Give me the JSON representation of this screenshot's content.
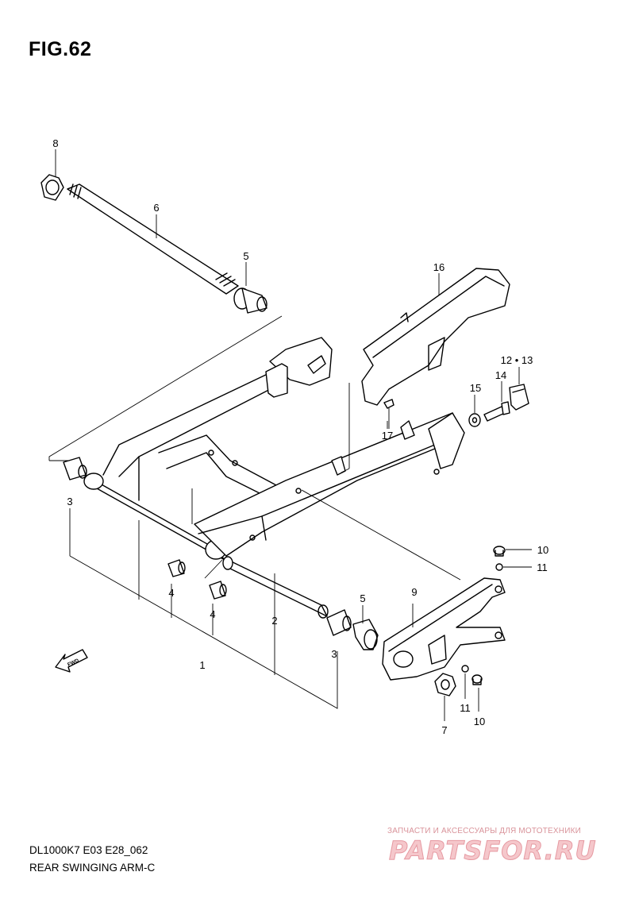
{
  "figure": {
    "title": "FIG.62"
  },
  "footer": {
    "model_code": "DL1000K7  E03  E28_062",
    "section_name": "REAR SWINGING ARM-C"
  },
  "watermark": {
    "tagline": "ЗАПЧАСТИ И АКСЕССУАРЫ ДЛЯ МОТОТЕХНИКИ",
    "logo": "PARTSFOR.RU"
  },
  "direction_icon": {
    "text": "FWD"
  },
  "callouts": {
    "c8": "8",
    "c6": "6",
    "c5a": "5",
    "c16": "16",
    "c1213": "12 • 13",
    "c14": "14",
    "c15": "15",
    "c17": "17",
    "c3a": "3",
    "c4a": "4",
    "c4b": "4",
    "c2": "2",
    "c1": "1",
    "c5b": "5",
    "c3b": "3",
    "c9": "9",
    "c10a": "10",
    "c11a": "11",
    "c11b": "11",
    "c7": "7",
    "c10b": "10"
  },
  "colors": {
    "line": "#000000",
    "watermark": "#e69aa2"
  }
}
